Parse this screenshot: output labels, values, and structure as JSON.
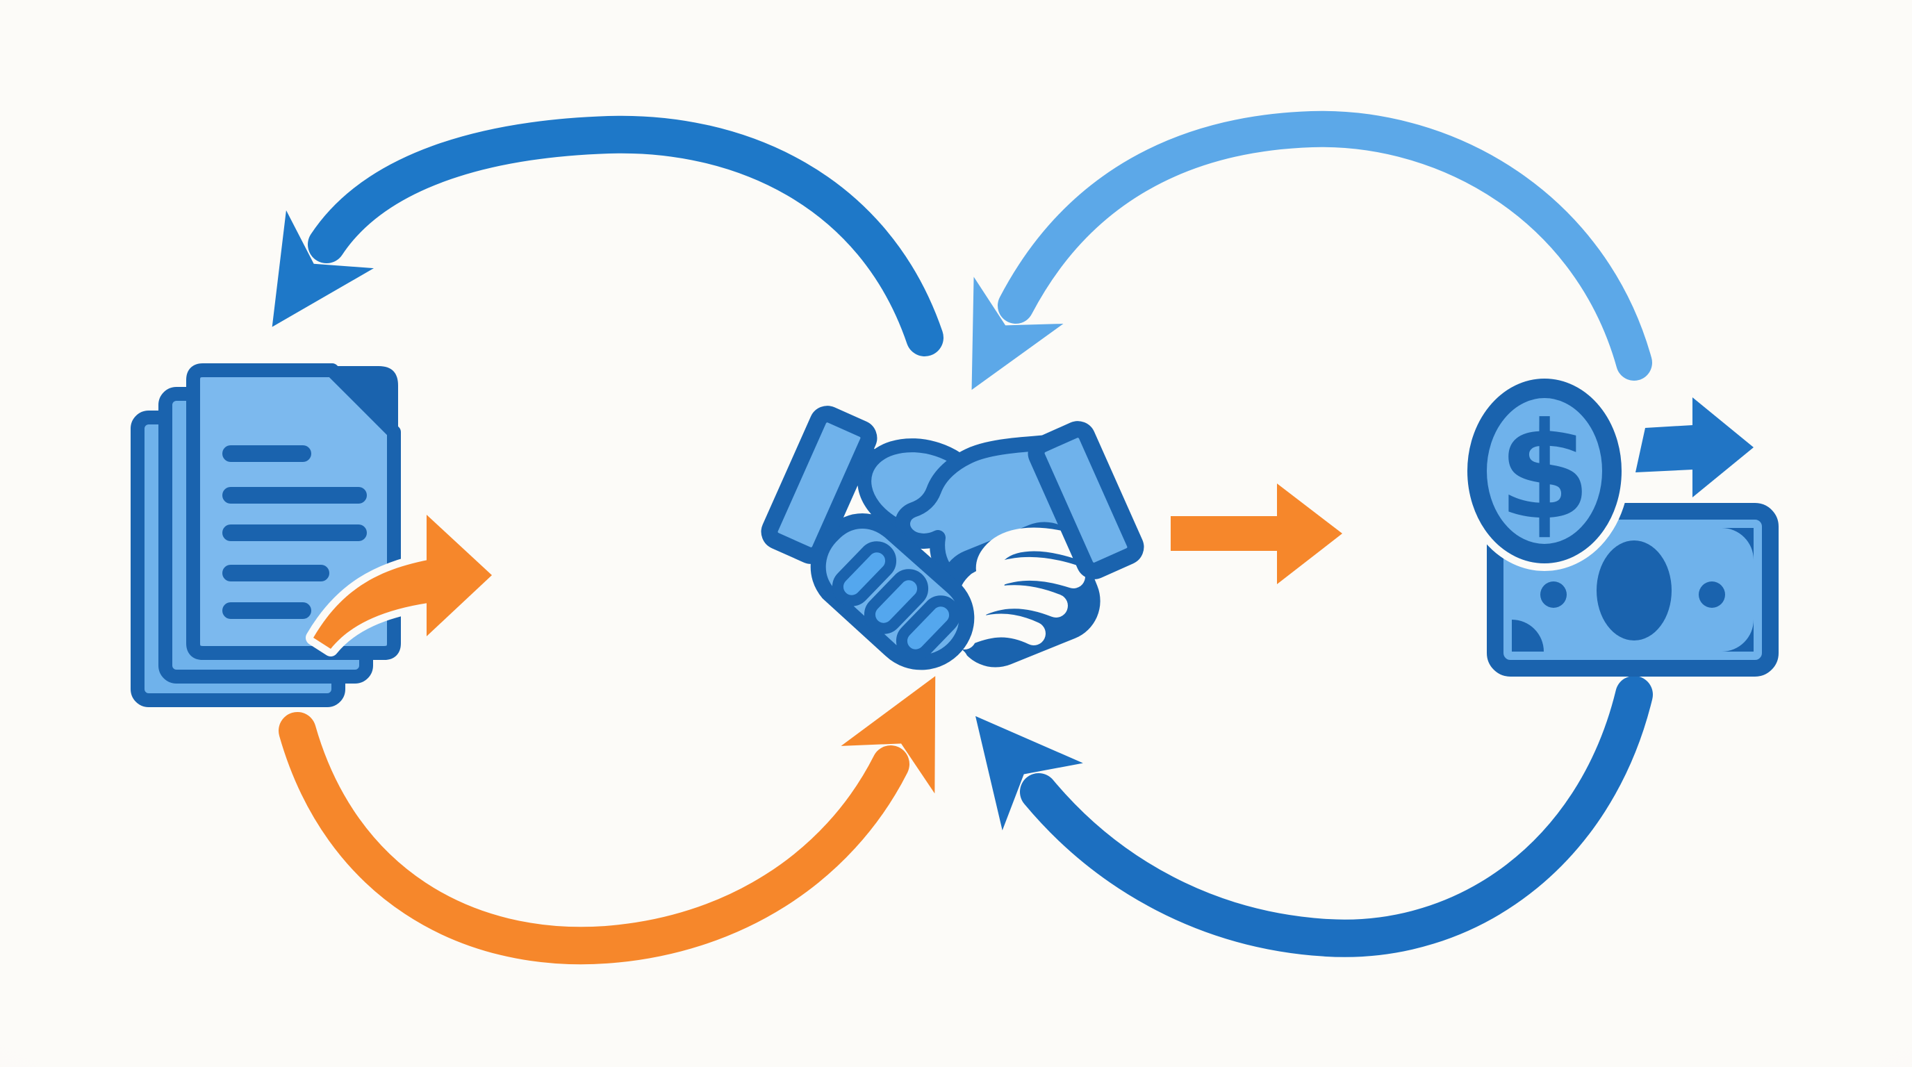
{
  "meta": {
    "description": "Flow diagram linking a document stack, a handshake agreement and a cash payment with circular arrows"
  },
  "palette": {
    "background": "#FCFBF8",
    "background-edge": "#F0EEEA",
    "blue-dark": "#1A63AE",
    "blue-arc": "#1E78C8",
    "blue-arc-deep": "#1C6FC0",
    "blue-arc-light": "#5CA8E8",
    "fill-light": "#6FB2EB",
    "fill-front": "#7CB9EE",
    "fill-bright": "#54A7EE",
    "orange": "#F6872B",
    "arrow-blue": "#2175C5"
  },
  "nodes": [
    {
      "id": "documents",
      "icon": "document-stack-icon",
      "detail": "three stacked pages, folded corner, five text lines, orange export arrow"
    },
    {
      "id": "handshake",
      "icon": "handshake-icon",
      "detail": "two clasped hands with sleeve cuffs"
    },
    {
      "id": "money",
      "icon": "money-icon",
      "detail": "dollar coin over banknote with outgoing blue arrow"
    }
  ],
  "connectors": [
    {
      "id": "top-left-arc",
      "from": "handshake",
      "to": "documents",
      "color": "blue-arc",
      "head": "barbed-arrow"
    },
    {
      "id": "top-right-arc",
      "from": "money",
      "to": "handshake",
      "color": "blue-arc-light",
      "head": "barbed-arrow"
    },
    {
      "id": "bottom-left-arc",
      "from": "documents",
      "to": "handshake",
      "color": "orange",
      "head": "barbed-arrow"
    },
    {
      "id": "bottom-right-arc",
      "from": "money",
      "to": "handshake",
      "color": "blue-arc-deep",
      "head": "barbed-arrow"
    },
    {
      "id": "handshake-to-money-arrow",
      "from": "handshake",
      "to": "money",
      "color": "orange",
      "head": "block-arrow"
    },
    {
      "id": "document-export-arrow",
      "from": "documents",
      "to": "east",
      "color": "orange",
      "head": "block-arrow"
    },
    {
      "id": "coin-outgoing-arrow",
      "from": "money",
      "to": "east",
      "color": "arrow-blue",
      "head": "block-arrow"
    }
  ],
  "money": {
    "coin_symbol": "$"
  }
}
